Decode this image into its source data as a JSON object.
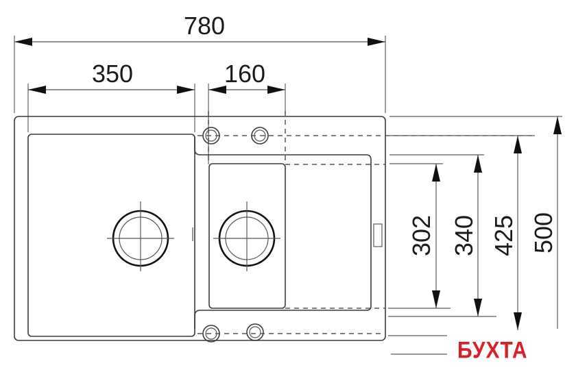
{
  "drawing": {
    "subject": "double-bowl kitchen sink with drainer, top view",
    "units": "mm",
    "dimensions": {
      "overall_width": "780",
      "main_bowl_width": "350",
      "small_bowl_width": "160",
      "small_bowl_depth": "302",
      "drainer_depth": "340",
      "main_bowl_depth": "425",
      "overall_depth": "500"
    },
    "features": {
      "drains": [
        "main-bowl-drain",
        "small-bowl-drain"
      ],
      "tap_holes": 4,
      "overflow": "small-bowl-overflow-slot"
    }
  },
  "watermark": {
    "text": "БУХТА",
    "color": "#d8202a"
  },
  "colors": {
    "line": "#3a3a3a",
    "background": "#ffffff"
  }
}
